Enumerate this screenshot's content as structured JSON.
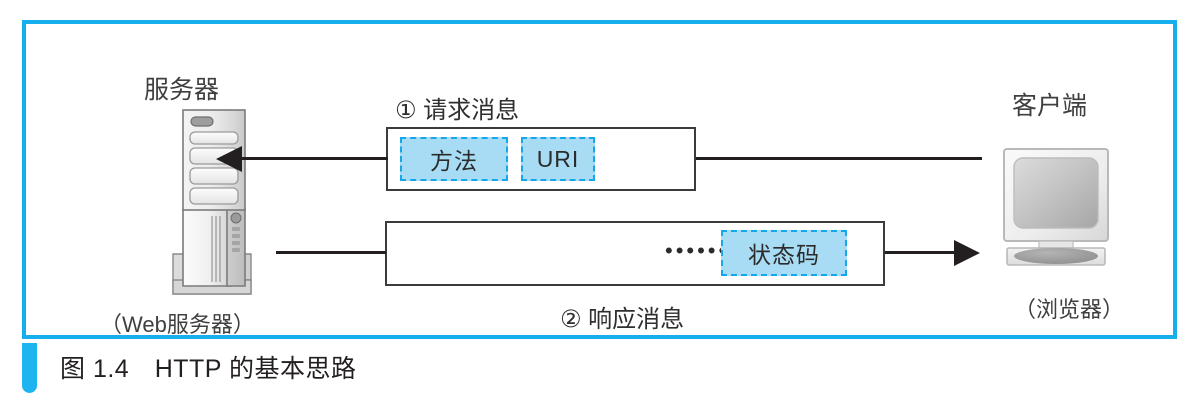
{
  "figure": {
    "caption": "图 1.4　HTTP 的基本思路",
    "accent_color": "#1EB4F0",
    "frame_color": "#17AEEE"
  },
  "server": {
    "title": "服务器",
    "subtitle": "（Web服务器）",
    "icon": "server-tower-icon"
  },
  "client": {
    "title": "客户端",
    "subtitle": "（浏览器）",
    "icon": "crt-monitor-icon"
  },
  "flows": [
    {
      "step_label": "① 请求消息",
      "direction": "client-to-server",
      "chips": [
        {
          "label": "方法"
        },
        {
          "label": "URI"
        }
      ]
    },
    {
      "step_label": "② 响应消息",
      "direction": "server-to-client",
      "ellipsis": "••••••",
      "chips": [
        {
          "label": "状态码"
        }
      ]
    }
  ],
  "chip_style": {
    "fill": "#A8DCF5",
    "border": "#14A7EC"
  },
  "line_color": "#231f20"
}
